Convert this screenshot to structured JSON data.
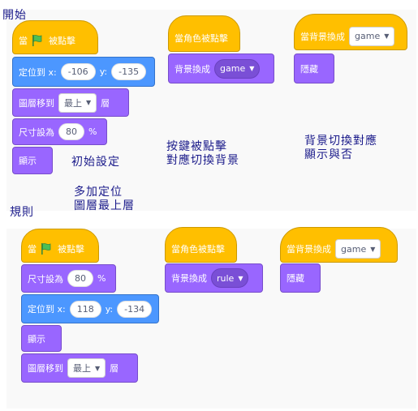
{
  "section1": {
    "title": "開始",
    "script1": {
      "hat_prefix": "當",
      "hat_suffix": "被點擊",
      "goto_label": "定位到 x:",
      "goto_x": "-106",
      "goto_y_label": "y:",
      "goto_y": "-135",
      "layer_label": "圖層移到",
      "layer_value": "最上",
      "layer_suffix": "層",
      "size_label": "尺寸設為",
      "size_value": "80",
      "size_unit": "%",
      "show_label": "顯示"
    },
    "script2": {
      "hat_label": "當角色被點擊",
      "backdrop_label": "背景換成",
      "backdrop_value": "game"
    },
    "script3": {
      "hat_label": "當背景換成",
      "hat_value": "game",
      "hide_label": "隱藏"
    },
    "notes": {
      "init": "初始設定",
      "button": "按鍵被點擊\n對應切換背景",
      "backdrop": "背景切換對應\n顯示與否",
      "extra": "多加定位\n圖層最上層"
    }
  },
  "section2": {
    "title": "規則",
    "script1": {
      "hat_prefix": "當",
      "hat_suffix": "被點擊",
      "size_label": "尺寸設為",
      "size_value": "80",
      "size_unit": "%",
      "goto_label": "定位到 x:",
      "goto_x": "118",
      "goto_y_label": "y:",
      "goto_y": "-134",
      "show_label": "顯示",
      "layer_label": "圖層移到",
      "layer_value": "最上",
      "layer_suffix": "層"
    },
    "script2": {
      "hat_label": "當角色被點擊",
      "backdrop_label": "背景換成",
      "backdrop_value": "rule"
    },
    "script3": {
      "hat_label": "當背景換成",
      "hat_value": "game",
      "hide_label": "隱藏"
    }
  },
  "colors": {
    "events": "#ffbf00",
    "motion": "#4c97ff",
    "looks": "#9966ff",
    "note_ink": "#1a1a8a"
  }
}
